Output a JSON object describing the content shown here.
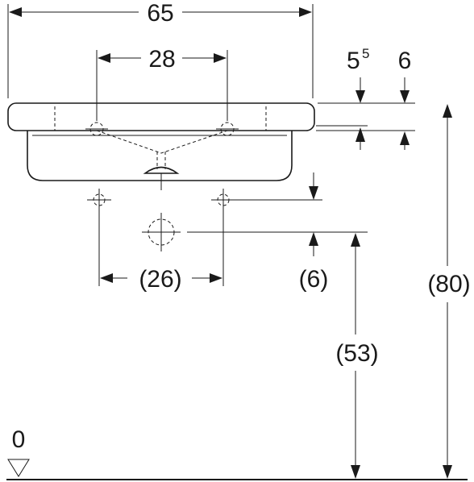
{
  "dimensions": {
    "overall_width": "65",
    "tap_spacing": "28",
    "rim_thickness_base": "5",
    "rim_thickness_sup": "5",
    "rim_offset": "6",
    "bracket_spacing": "(26)",
    "bracket_offset": "(6)",
    "waste_height": "(53)",
    "rim_height": "(80)",
    "floor_level": "0"
  },
  "colors": {
    "line": "#1a1a1a",
    "background": "#ffffff"
  }
}
